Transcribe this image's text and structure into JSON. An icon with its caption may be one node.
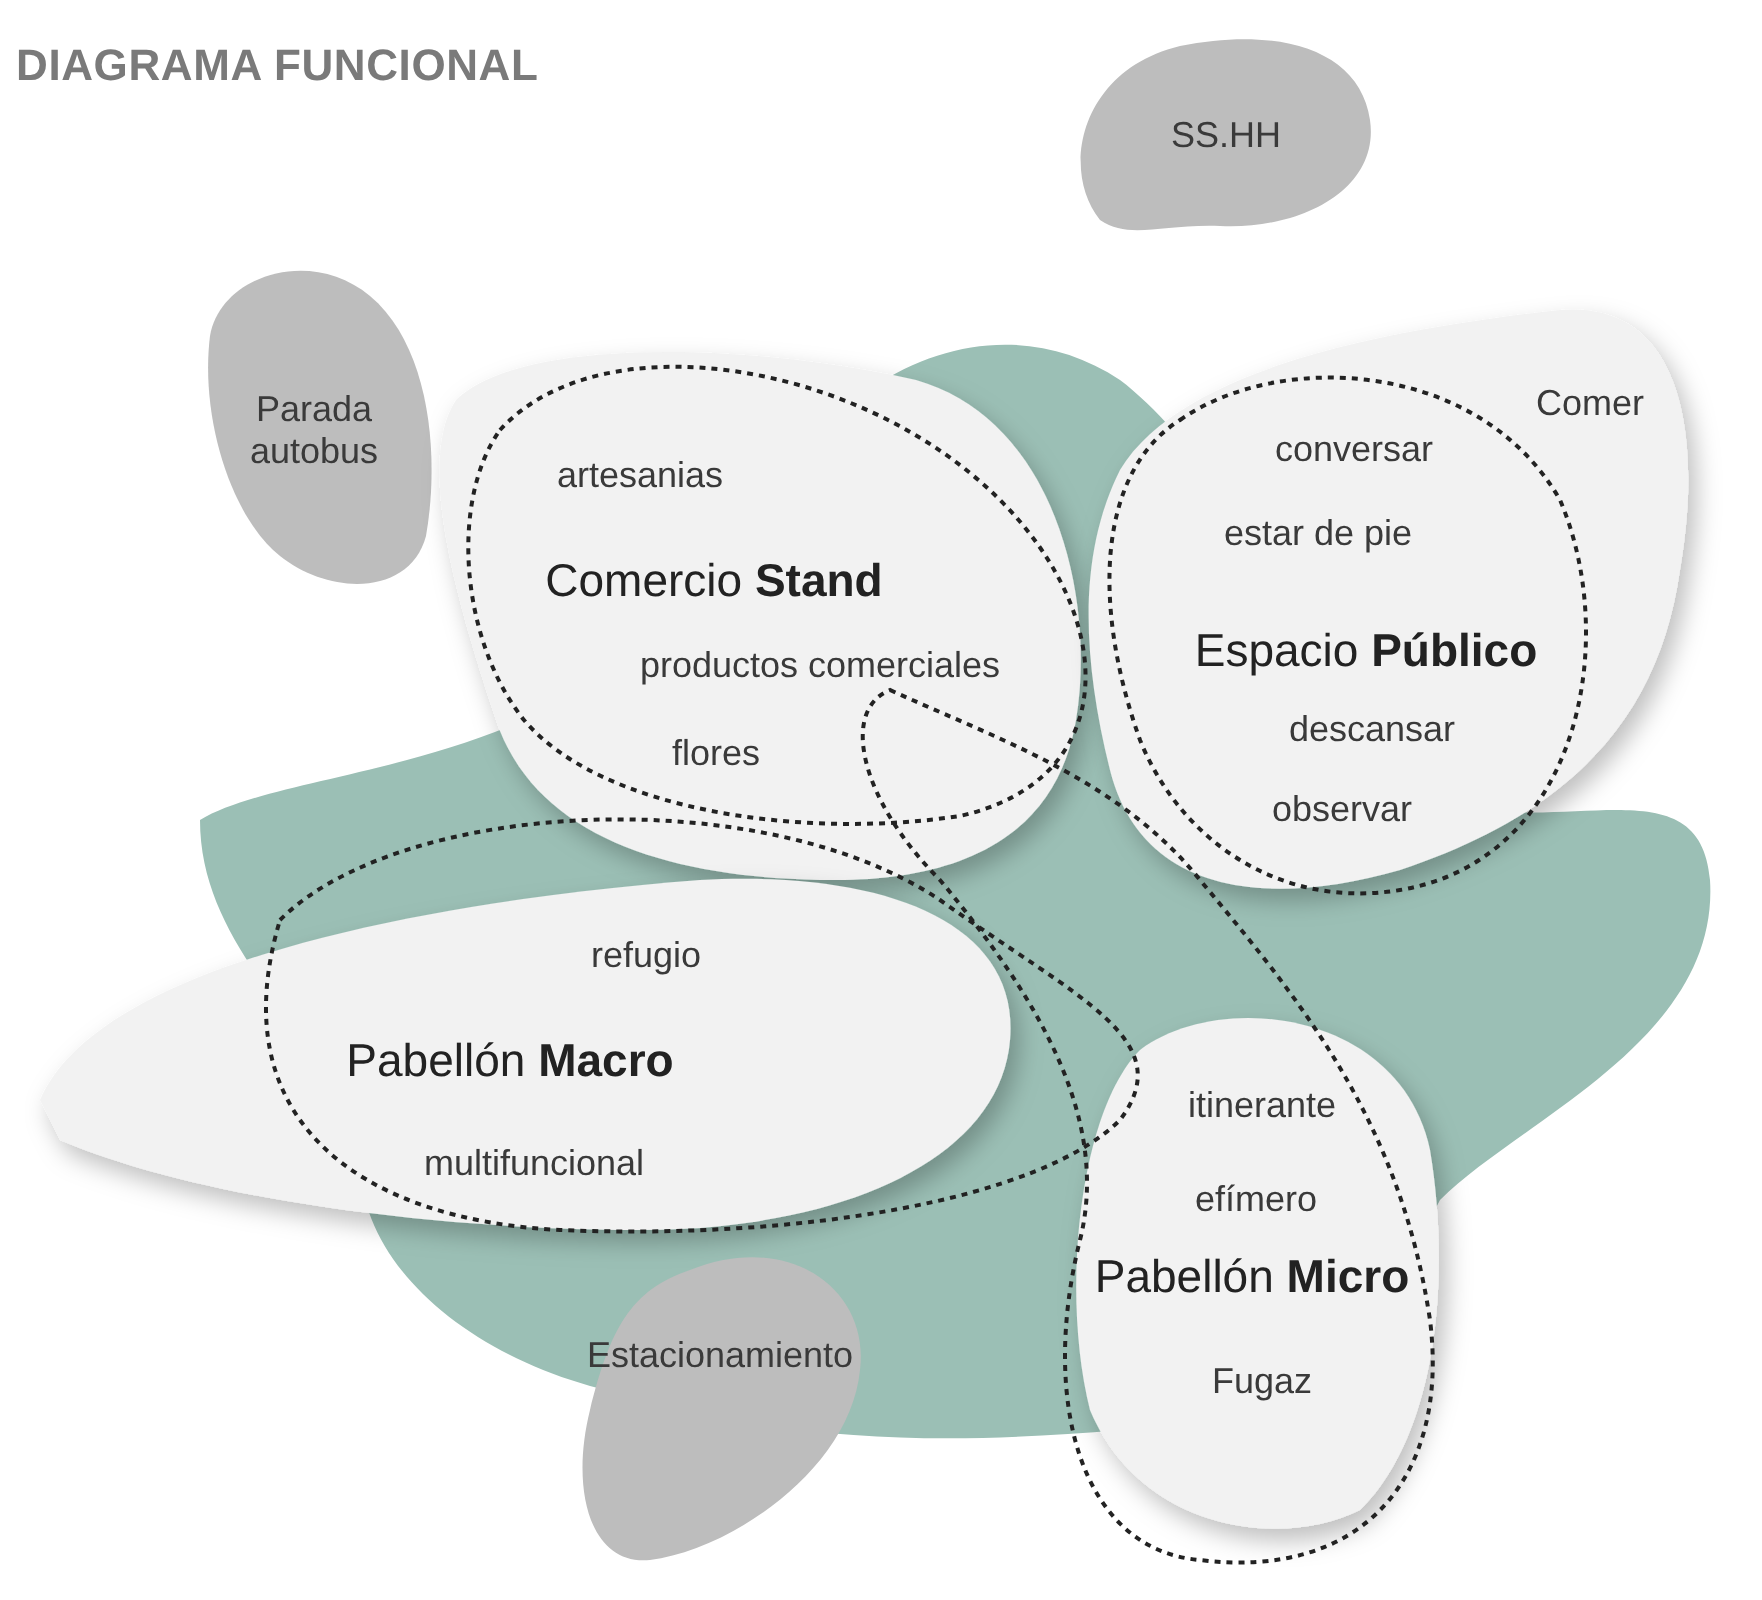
{
  "diagram": {
    "title": "DIAGRAMA FUNCIONAL",
    "nodes": [
      {
        "text": [
          "SS.HH"
        ]
      },
      {
        "text": [
          "Parada autobus"
        ]
      },
      {
        "text": [
          "artesanias",
          "Comercio **Stand**",
          "productos comerciales",
          "flores"
        ]
      },
      {
        "text": [
          "Comer",
          "conversar",
          "estar de pie",
          "Espacio **Público**",
          "descansar",
          "observar"
        ]
      },
      {
        "text": [
          "refugio",
          "Pabellón **Macro**",
          "multifuncional"
        ]
      },
      {
        "text": [
          "itinerante",
          "efímero",
          "Pabellón **Micro**",
          "Fugaz"
        ]
      },
      {
        "text": [
          "Estacionamiento"
        ]
      }
    ]
  }
}
